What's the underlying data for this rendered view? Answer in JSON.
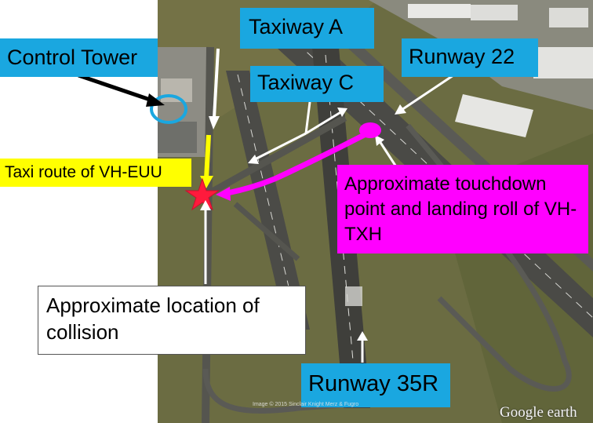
{
  "labels": {
    "control_tower": "Control Tower",
    "taxiway_a": "Taxiway A",
    "runway_22": "Runway 22",
    "taxiway_c": "Taxiway C",
    "taxi_route": "Taxi route of VH-EUU",
    "touchdown": "Approximate touchdown point and landing roll of VH-TXH",
    "collision": "Approximate location of collision",
    "runway_35r": "Runway 35R"
  },
  "imagery": {
    "copyright": "Image © 2015 Sinclair Knight Merz & Fugro",
    "watermark": "Google earth"
  },
  "colors": {
    "label_blue": "#1aa7e0",
    "taxi_route_yellow": "#ffff00",
    "landing_roll_magenta": "#ff00ff",
    "collision_star": "#ff1a3c",
    "tower_circle": "#1aa7e0"
  }
}
